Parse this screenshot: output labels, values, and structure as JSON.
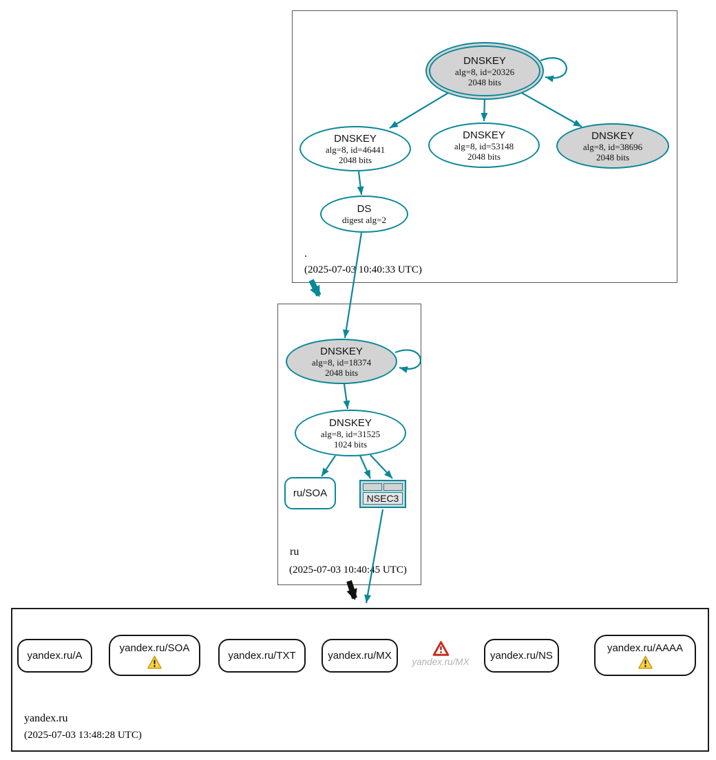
{
  "colors": {
    "edge_teal": "#0a879a",
    "node_fill_gray": "#d3d3d3",
    "rrset_border_black": "#141414",
    "warning_yellow": "#FFD43B",
    "warning_border": "#C79A1E",
    "error_red": "#CB2C1D",
    "ghost_text_gray": "#b3b3b3"
  },
  "zones": {
    "root": {
      "label": ".",
      "timestamp": "(2025-07-03 10:40:33 UTC)",
      "ksk": {
        "title": "DNSKEY",
        "alg": "alg=8, id=20326",
        "bits": "2048 bits"
      },
      "zsk46441": {
        "title": "DNSKEY",
        "alg": "alg=8, id=46441",
        "bits": "2048 bits"
      },
      "zsk53148": {
        "title": "DNSKEY",
        "alg": "alg=8, id=53148",
        "bits": "2048 bits"
      },
      "key38696": {
        "title": "DNSKEY",
        "alg": "alg=8, id=38696",
        "bits": "2048 bits"
      },
      "ds": {
        "title": "DS",
        "digest": "digest alg=2"
      }
    },
    "ru": {
      "label": "ru",
      "timestamp": "(2025-07-03 10:40:45 UTC)",
      "ksk": {
        "title": "DNSKEY",
        "alg": "alg=8, id=18374",
        "bits": "2048 bits"
      },
      "zsk": {
        "title": "DNSKEY",
        "alg": "alg=8, id=31525",
        "bits": "1024 bits"
      },
      "soa_label": "ru/SOA",
      "nsec3_label": "NSEC3"
    },
    "yandex": {
      "label": "yandex.ru",
      "timestamp": "(2025-07-03 13:48:28 UTC)",
      "rrsets": {
        "a": "yandex.ru/A",
        "soa": "yandex.ru/SOA",
        "txt": "yandex.ru/TXT",
        "mx": "yandex.ru/MX",
        "ns": "yandex.ru/NS",
        "aaaa": "yandex.ru/AAAA"
      },
      "mx_error": "yandex.ru/MX"
    }
  }
}
